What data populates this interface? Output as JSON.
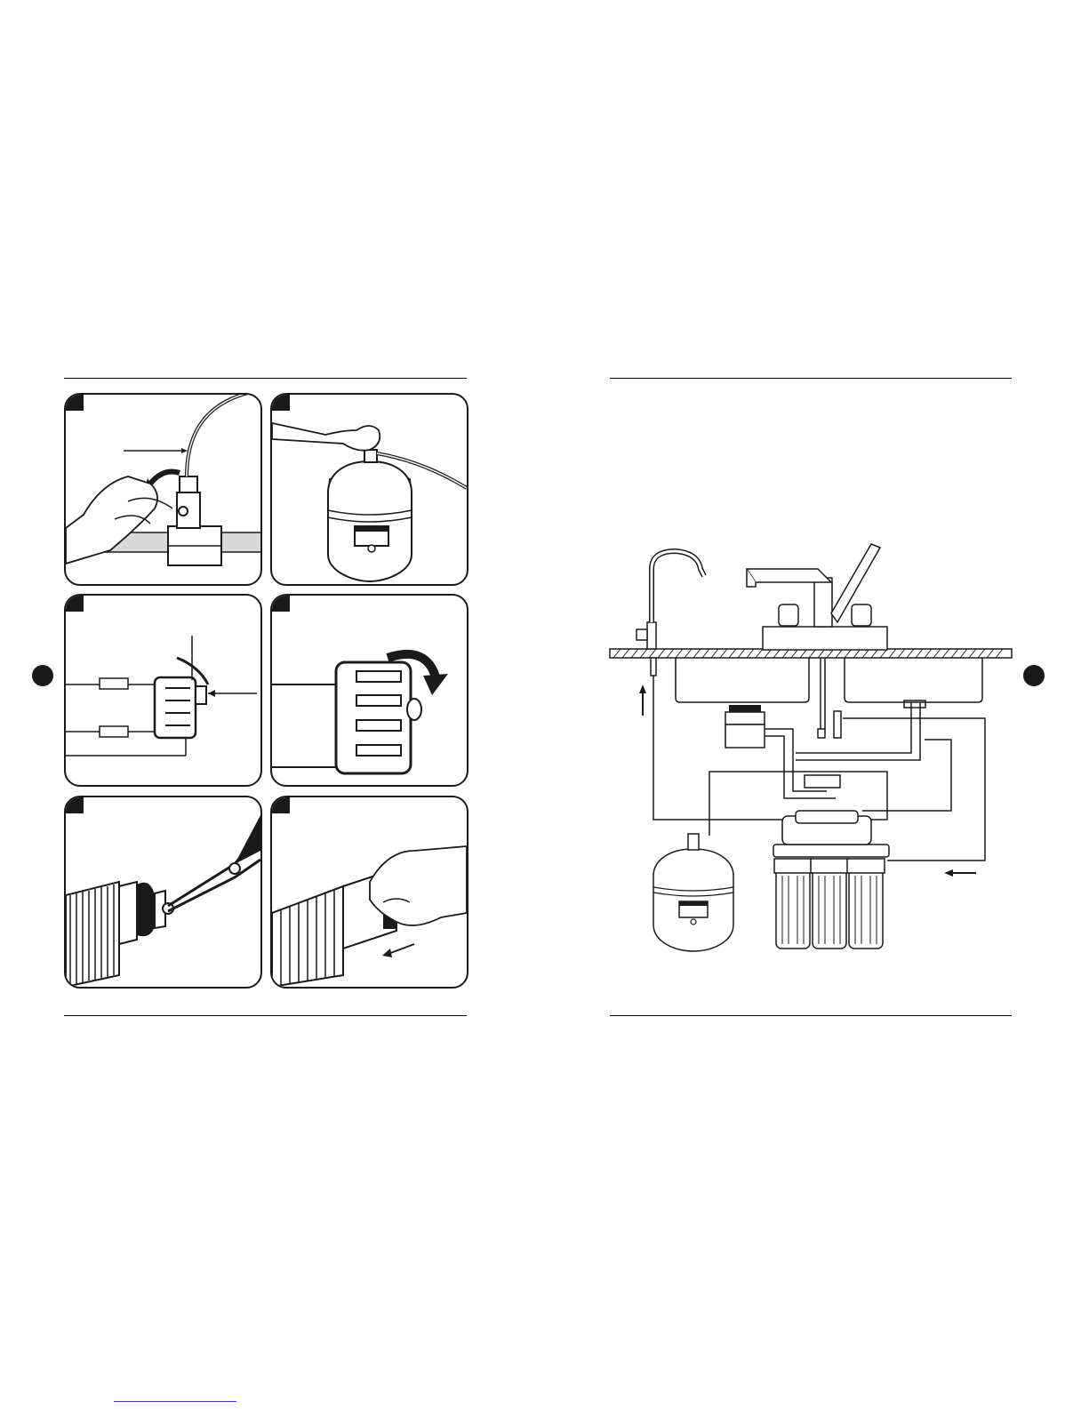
{
  "page": {
    "left_panels": [
      {
        "name": "panel-connect-tube"
      },
      {
        "name": "panel-tank-valve"
      },
      {
        "name": "panel-drain-saddle"
      },
      {
        "name": "panel-tighten-nut"
      },
      {
        "name": "panel-pliers"
      },
      {
        "name": "panel-slide-ring"
      }
    ],
    "right": {
      "name": "installation-diagram"
    }
  },
  "colors": {
    "ink": "#1a1a1a",
    "gray_pipe": "#d9d9d9",
    "link": "#2a3bd6"
  },
  "icons": {
    "left_page_marker": "circle-icon",
    "right_page_marker": "circle-icon",
    "flow_arrow": "arrow-icon"
  }
}
